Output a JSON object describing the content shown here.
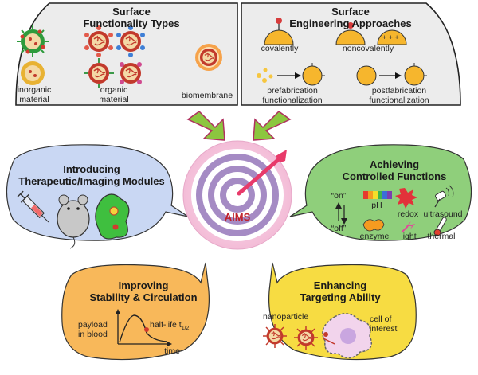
{
  "panels": {
    "surface_types": {
      "title_line1": "Surface",
      "title_line2": "Functionality Types",
      "inorganic": "inorganic\nmaterial",
      "organic": "organic\nmaterial",
      "biomembrane": "biomembrane"
    },
    "engineering": {
      "title_line1": "Surface",
      "title_line2": "Engineering Approaches",
      "covalently": "covalently",
      "noncovalently": "noncovalently",
      "prefab": "prefabrication\nfunctionalization",
      "postfab": "postfabrication\nfunctionalization"
    },
    "therapeutic": {
      "title_line1": "Introducing",
      "title_line2": "Therapeutic/Imaging Modules"
    },
    "controlled": {
      "title_line1": "Achieving",
      "title_line2": "Controlled Functions",
      "on": "“on”",
      "off": "“off”",
      "ph": "pH",
      "redox": "redox",
      "ultrasound": "ultrasound",
      "enzyme": "enzyme",
      "light": "light",
      "thermal": "thermal"
    },
    "stability": {
      "title_line1": "Improving",
      "title_line2": "Stability & Circulation",
      "ylabel": "payload\nin blood",
      "halflife": "half-life t",
      "halflife_sub": "1/2",
      "xlabel": "time"
    },
    "targeting": {
      "title_line1": "Enhancing",
      "title_line2": "Targeting Ability",
      "nanoparticle": "nanoparticle",
      "cell": "cell of\ninterest"
    }
  },
  "center": {
    "label": "AIMS"
  },
  "colors": {
    "panel_gray": "#ececec",
    "blue_bubble": "#c9d7f3",
    "green_bubble": "#8fcf7b",
    "orange_bubble": "#f8b85a",
    "yellow_bubble": "#f7dc42",
    "target_pink": "#f4c6de",
    "target_purple": "#a58bc4",
    "aims_red": "#c0202a"
  }
}
